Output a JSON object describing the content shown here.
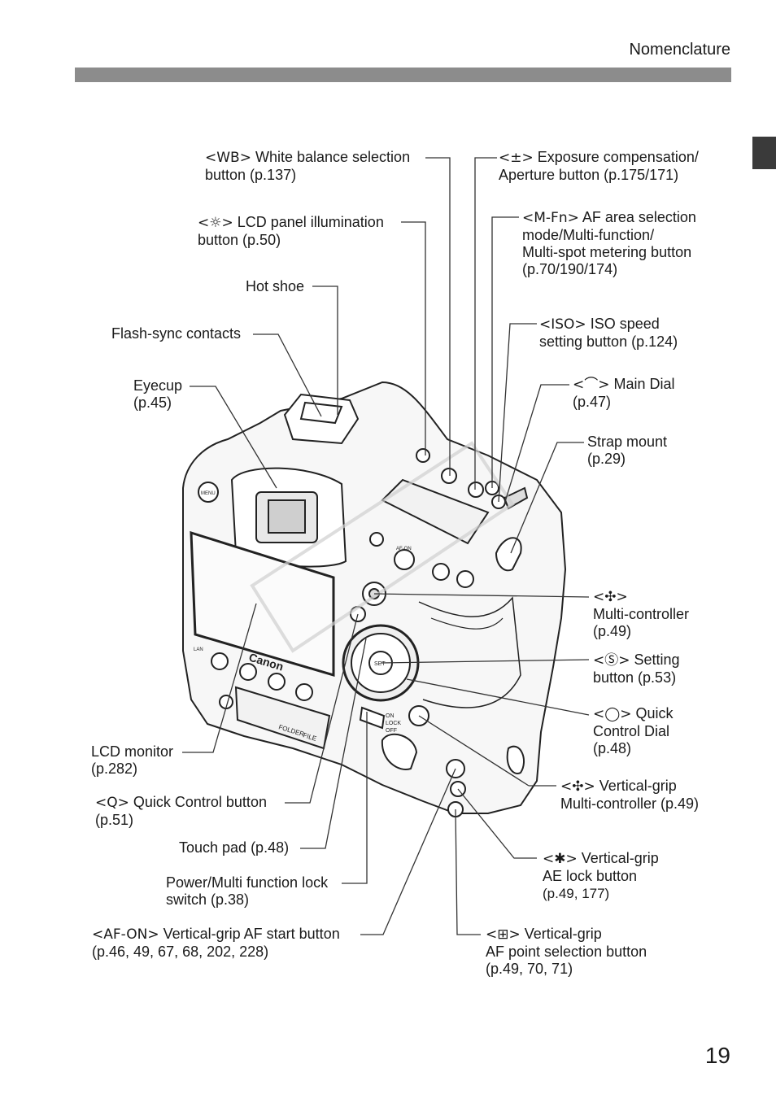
{
  "header": {
    "section": "Nomenclature"
  },
  "page_number": "19",
  "labels": {
    "wb": {
      "sym": "<WB>",
      "l1": " White balance selection",
      "l2": "button (p.137)"
    },
    "lcdlight": {
      "sym": "<☼>",
      "l1": " LCD panel illumination",
      "l2": "button (p.50)"
    },
    "hotshoe": {
      "l1": "Hot shoe"
    },
    "flash": {
      "l1": "Flash-sync contacts"
    },
    "eyecup": {
      "l1": "Eyecup",
      "l2": "(p.45)"
    },
    "lcdmon": {
      "l1": "LCD monitor",
      "l2": "(p.282)"
    },
    "qbtn": {
      "sym": "<Q>",
      "l1": " Quick Control button",
      "l2": "(p.51)"
    },
    "touch": {
      "l1": "Touch pad (p.48)"
    },
    "power": {
      "l1": "Power/Multi function lock",
      "l2": "switch (p.38)"
    },
    "afon": {
      "sym": "<AF-ON>",
      "l1": " Vertical-grip AF start button",
      "l2": "(p.46, 49, 67, 68, 202, 228)"
    },
    "expo": {
      "sym": "<±>",
      "l1": " Exposure compensation/",
      "l2": "Aperture button (p.175/171)"
    },
    "mfn": {
      "sym": "<M-Fn>",
      "l1": " AF area selection",
      "l2": "mode/Multi-function/",
      "l3": "Multi-spot metering button",
      "l4": "(p.70/190/174)"
    },
    "iso": {
      "sym": "<ISO>",
      "l1": " ISO speed",
      "l2": "setting button (p.124)"
    },
    "maindial": {
      "sym": "<⌒>",
      "l1": " Main Dial",
      "l2": "(p.47)"
    },
    "strap": {
      "l1": "Strap mount",
      "l2": "(p.29)"
    },
    "multi": {
      "sym": "<✣>",
      "l2": "Multi-controller",
      "l3": "(p.49)"
    },
    "set": {
      "sym": "<Ⓢ>",
      "l1": " Setting",
      "l2": "button (p.53)"
    },
    "quick": {
      "sym": "<◯>",
      "l1": " Quick",
      "l2": "Control Dial",
      "l3": "(p.48)"
    },
    "vmulti": {
      "sym": "<✣>",
      "l1": " Vertical-grip",
      "l2": "Multi-controller (p.49)"
    },
    "vae": {
      "sym": "<✱>",
      "l1": " Vertical-grip",
      "l2": "AE lock button",
      "l3": "(p.49, 177)"
    },
    "vaf": {
      "sym": "<⊞>",
      "l1": " Vertical-grip",
      "l2": "AF point selection button",
      "l3": "(p.49, 70, 71)"
    }
  },
  "camera_text": {
    "brand": "Canon",
    "folder": "FOLDER",
    "file": "FILE",
    "menu": "MENU",
    "set": "SET",
    "afon": "AF-ON",
    "on": "ON",
    "lock": "LOCK",
    "off": "OFF",
    "lan": "LAN"
  }
}
